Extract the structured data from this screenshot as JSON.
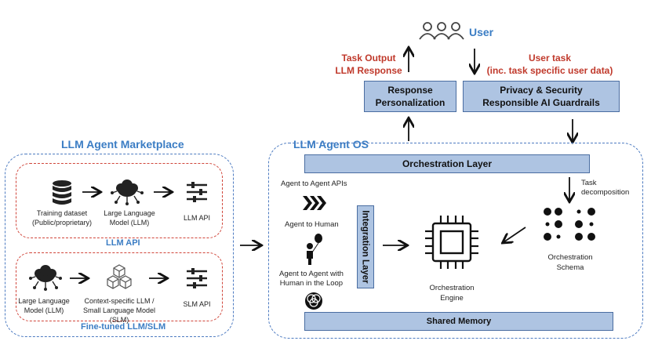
{
  "top": {
    "user_label": "User",
    "task_output": [
      "Task Output",
      "LLM Response"
    ],
    "user_task": [
      "User task",
      "(inc. task specific user data)"
    ],
    "response_box": [
      "Response",
      "Personalization"
    ],
    "privacy_box": [
      "Privacy & Security",
      "Responsible AI Guardrails"
    ]
  },
  "marketplace": {
    "title": "LLM Agent Marketplace",
    "llm_api_title": "LLM API",
    "finetuned_title": "Fine-tuned LLM/SLM",
    "row1": {
      "training": [
        "Training dataset",
        "(Public/proprietary)"
      ],
      "llm": [
        "Large Language",
        "Model (LLM)"
      ],
      "api": "LLM API"
    },
    "row2": {
      "llm": [
        "Large Language",
        "Model (LLM)"
      ],
      "slm": [
        "Context-specific LLM /",
        "Small Language Model (SLM)"
      ],
      "api": "SLM API"
    }
  },
  "os": {
    "title": "LLM Agent OS",
    "orchestration_layer": "Orchestration Layer",
    "integration_layer": "Integration Layer",
    "shared_memory": "Shared Memory",
    "agent_apis": "Agent to Agent APIs",
    "agent_human": "Agent to Human",
    "agent_loop": [
      "Agent to Agent with",
      "Human in the Loop"
    ],
    "task_decomp": [
      "Task",
      "decomposition"
    ],
    "engine": [
      "Orchestration",
      "Engine"
    ],
    "schema": [
      "Orchestration",
      "Schema"
    ]
  },
  "colors": {
    "accent_blue": "#3b7dc4",
    "red": "#c0392b",
    "box_fill": "#aec4e2",
    "dash_blue": "#4d7bc1",
    "dash_red": "#d0453a"
  }
}
